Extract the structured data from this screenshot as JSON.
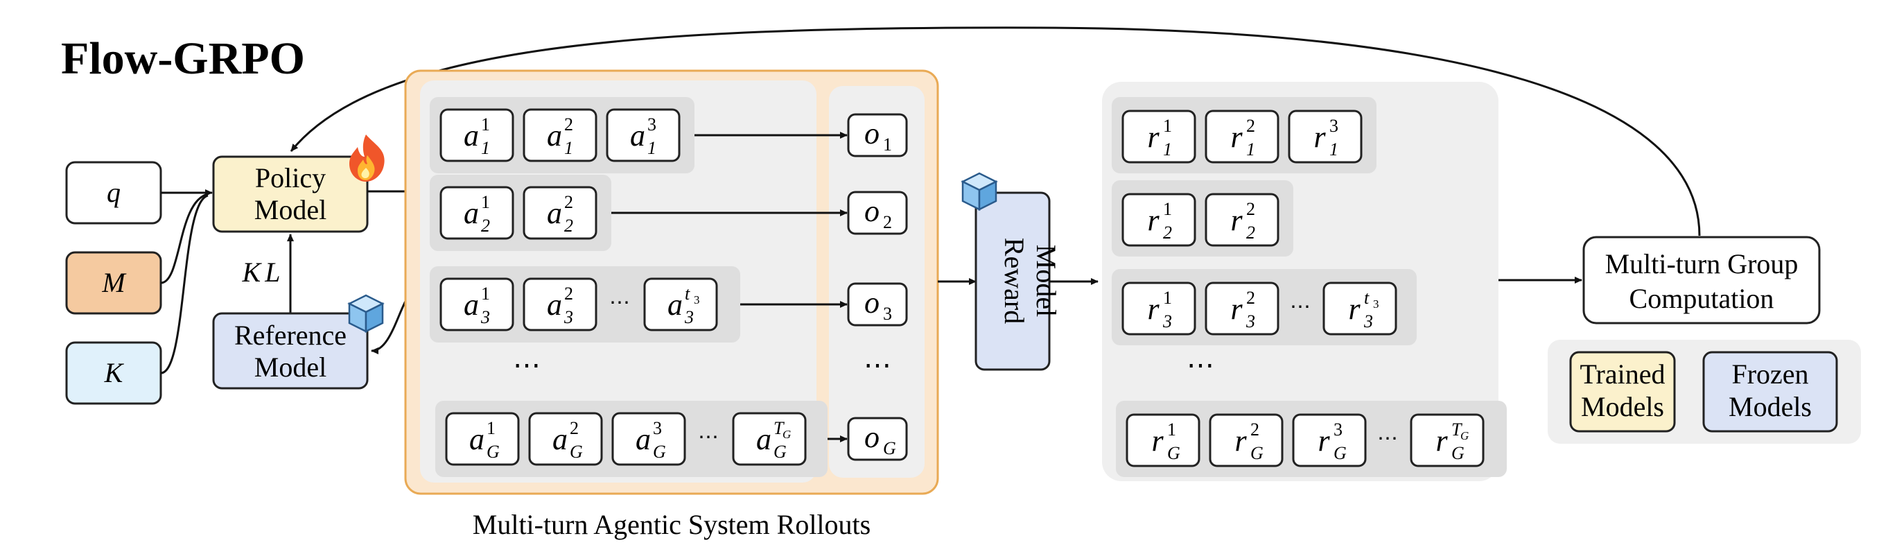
{
  "title": "Flow-GRPO",
  "inputs": [
    "q",
    "M",
    "K"
  ],
  "colors": {
    "trained": "#fbf1cc",
    "frozen": "#dbe3f5",
    "input_m": "#f5caa0",
    "input_k": "#e0f1fb",
    "rollout_bg": "#fbe7cf",
    "rollout_border": "#e9aa55",
    "panel": "#efefef",
    "strip": "#dcdcdc"
  },
  "policy_model": {
    "line1": "Policy",
    "line2": "Model",
    "icon": "fire-icon"
  },
  "reference_model": {
    "line1": "Reference",
    "line2": "Model",
    "icon": "ice-cube-icon"
  },
  "kl_label": "KL",
  "reward_model": {
    "line1": "Reward",
    "line2": "Model",
    "icon": "ice-cube-icon"
  },
  "rollouts": {
    "caption": "Multi-turn Agentic System Rollouts",
    "rows": [
      {
        "tokens": [
          "1",
          "2",
          "3"
        ],
        "base": "a",
        "sub": "1",
        "output": "1"
      },
      {
        "tokens": [
          "1",
          "2"
        ],
        "base": "a",
        "sub": "2",
        "output": "2"
      },
      {
        "tokens": [
          "1",
          "2",
          "t3"
        ],
        "base": "a",
        "sub": "3",
        "output": "3",
        "ellipsis": "⋯"
      },
      {
        "tokens": [
          "1",
          "2",
          "3",
          "TG"
        ],
        "base": "a",
        "sub": "G",
        "output": "G",
        "ellipsis": "⋯"
      }
    ],
    "vertical_ellipsis": "⋯"
  },
  "rewards": {
    "rows": [
      {
        "tokens": [
          "1",
          "2",
          "3"
        ],
        "base": "r",
        "sub": "1"
      },
      {
        "tokens": [
          "1",
          "2"
        ],
        "base": "r",
        "sub": "2"
      },
      {
        "tokens": [
          "1",
          "2",
          "t3"
        ],
        "base": "r",
        "sub": "3",
        "ellipsis": "⋯"
      },
      {
        "tokens": [
          "1",
          "2",
          "3",
          "TG"
        ],
        "base": "r",
        "sub": "G",
        "ellipsis": "⋯"
      }
    ],
    "vertical_ellipsis": "⋯"
  },
  "group_computation": {
    "line1": "Multi-turn Group",
    "line2": "Computation"
  },
  "legend": {
    "trained": {
      "line1": "Trained",
      "line2": "Models"
    },
    "frozen": {
      "line1": "Frozen",
      "line2": "Models"
    }
  }
}
